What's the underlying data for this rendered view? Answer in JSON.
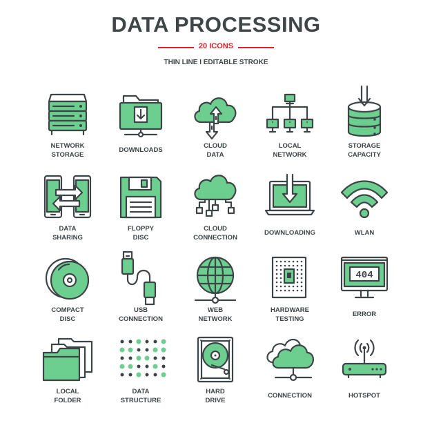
{
  "header": {
    "title": "DATA PROCESSING",
    "count": "20 ICONS",
    "subtitle": "THIN LINE I EDITABLE STROKE"
  },
  "colors": {
    "accent": "#6dcf8f",
    "stroke": "#3d4447",
    "rule": "#e21f26"
  },
  "icons": [
    {
      "icon": "network-storage-icon",
      "line1": "NETWORK",
      "line2": "STORAGE"
    },
    {
      "icon": "downloads-icon",
      "line1": "DOWNLOADS",
      "line2": ""
    },
    {
      "icon": "cloud-data-icon",
      "line1": "CLOUD",
      "line2": "DATA"
    },
    {
      "icon": "local-network-icon",
      "line1": "LOCAL",
      "line2": "NETWORK"
    },
    {
      "icon": "storage-capacity-icon",
      "line1": "STORAGE",
      "line2": "CAPACITY"
    },
    {
      "icon": "data-sharing-icon",
      "line1": "DATA",
      "line2": "SHARING"
    },
    {
      "icon": "floppy-disc-icon",
      "line1": "FLOPPY",
      "line2": "DISC"
    },
    {
      "icon": "cloud-connection-icon",
      "line1": "CLOUD",
      "line2": "CONNECTION"
    },
    {
      "icon": "downloading-icon",
      "line1": "DOWNLOADING",
      "line2": ""
    },
    {
      "icon": "wlan-icon",
      "line1": "WLAN",
      "line2": ""
    },
    {
      "icon": "compact-disc-icon",
      "line1": "COMPACT",
      "line2": "DISC"
    },
    {
      "icon": "usb-connection-icon",
      "line1": "USB",
      "line2": "CONNECTION"
    },
    {
      "icon": "web-network-icon",
      "line1": "WEB",
      "line2": "NETWORK"
    },
    {
      "icon": "hardware-testing-icon",
      "line1": "HARDWARE",
      "line2": "TESTING"
    },
    {
      "icon": "error-icon",
      "line1": "ERROR",
      "line2": "",
      "screen_text": "404"
    },
    {
      "icon": "local-folder-icon",
      "line1": "LOCAL",
      "line2": "FOLDER"
    },
    {
      "icon": "data-structure-icon",
      "line1": "DATA",
      "line2": "STRUCTURE"
    },
    {
      "icon": "hard-drive-icon",
      "line1": "HARD",
      "line2": "DRIVE"
    },
    {
      "icon": "connection-icon",
      "line1": "CONNECTION",
      "line2": ""
    },
    {
      "icon": "hotspot-icon",
      "line1": "HOTSPOT",
      "line2": ""
    }
  ]
}
